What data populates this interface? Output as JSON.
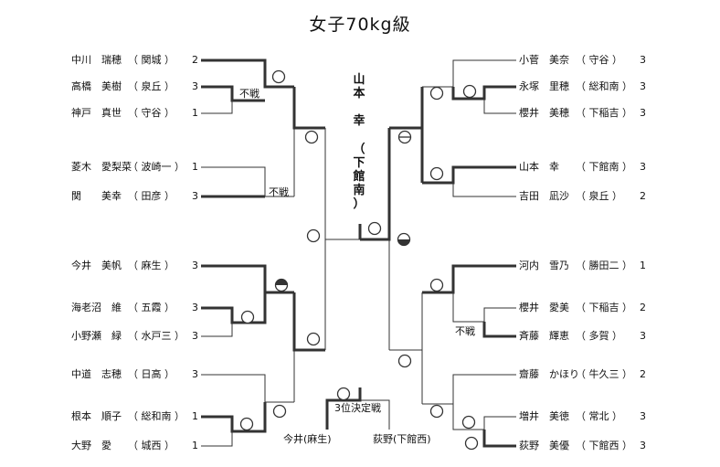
{
  "title": "女子70kg級",
  "champion": {
    "name": "山\n本\n\n幸",
    "school": "（\n下\n館\n南\n）"
  },
  "bye_label": "不戦",
  "third_place": {
    "label": "3位決定戦",
    "left": "今井(麻生)",
    "right": "荻野(下館西)"
  },
  "left_entries": [
    {
      "name": "中川　瑞穂",
      "school": "関城",
      "seed": "2"
    },
    {
      "name": "高橋　美樹",
      "school": "泉丘",
      "seed": "3"
    },
    {
      "name": "神戸　真世",
      "school": "守谷",
      "seed": "1"
    },
    {
      "name": "菱木　愛梨菜",
      "school": "波崎一",
      "seed": "1"
    },
    {
      "name": "関　　美幸",
      "school": "田彦",
      "seed": "3"
    },
    {
      "name": "今井　美帆",
      "school": "麻生",
      "seed": "3"
    },
    {
      "name": "海老沼　維",
      "school": "五霞",
      "seed": "3"
    },
    {
      "name": "小野瀬　緑",
      "school": "水戸三",
      "seed": "3"
    },
    {
      "name": "中道　志穂",
      "school": "日高",
      "seed": "3"
    },
    {
      "name": "根本　順子",
      "school": "総和南",
      "seed": "1"
    },
    {
      "name": "大野　愛",
      "school": "城西",
      "seed": "1"
    }
  ],
  "right_entries": [
    {
      "name": "小菅　美奈",
      "school": "守谷",
      "seed": "3"
    },
    {
      "name": "永塚　里穂",
      "school": "総和南",
      "seed": "3"
    },
    {
      "name": "櫻井　美穂",
      "school": "下稲吉",
      "seed": "3"
    },
    {
      "name": "山本　幸",
      "school": "下館南",
      "seed": "3"
    },
    {
      "name": "吉田　凪沙",
      "school": "泉丘",
      "seed": "2"
    },
    {
      "name": "河内　雪乃",
      "school": "勝田二",
      "seed": "1"
    },
    {
      "name": "櫻井　愛美",
      "school": "下稲吉",
      "seed": "2"
    },
    {
      "name": "斉藤　輝恵",
      "school": "多賀",
      "seed": "3"
    },
    {
      "name": "齋藤　かほり",
      "school": "牛久三",
      "seed": "2"
    },
    {
      "name": "増井　美徳",
      "school": "常北",
      "seed": "3"
    },
    {
      "name": "荻野　美優",
      "school": "下館西",
      "seed": "3"
    }
  ],
  "colors": {
    "line": "#333333",
    "text": "#111111"
  }
}
